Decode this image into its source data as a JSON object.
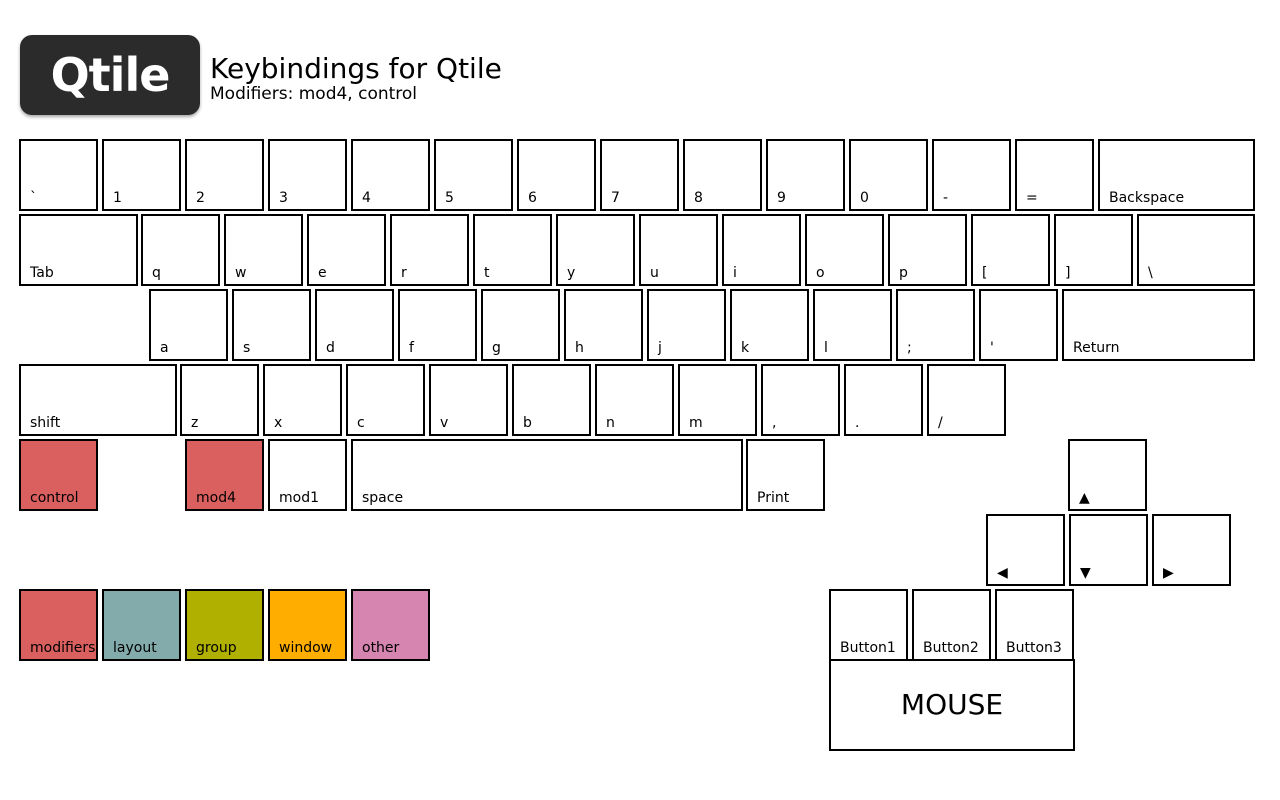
{
  "header": {
    "logo_text": "Qtile",
    "title": "Keybindings for Qtile",
    "subtitle": "Modifiers: mod4, control"
  },
  "colors": {
    "modifiers": "#d9605f",
    "layout": "#84abab",
    "group": "#b0b000",
    "window": "#ffae00",
    "other": "#d684b0",
    "default": "#ffffff"
  },
  "keyboard": {
    "row1": [
      "`",
      "1",
      "2",
      "3",
      "4",
      "5",
      "6",
      "7",
      "8",
      "9",
      "0",
      "-",
      "=",
      "Backspace"
    ],
    "row2": [
      "Tab",
      "q",
      "w",
      "e",
      "r",
      "t",
      "y",
      "u",
      "i",
      "o",
      "p",
      "[",
      "]",
      "\\"
    ],
    "row3": [
      "a",
      "s",
      "d",
      "f",
      "g",
      "h",
      "j",
      "k",
      "l",
      ";",
      "'",
      "Return"
    ],
    "row4": [
      "shift",
      "z",
      "x",
      "c",
      "v",
      "b",
      "n",
      "m",
      ",",
      ".",
      "/"
    ],
    "row5": [
      {
        "label": "control",
        "category": "modifiers"
      },
      {
        "label": "mod4",
        "category": "modifiers"
      },
      {
        "label": "mod1",
        "category": "default"
      },
      {
        "label": "space",
        "category": "default"
      },
      {
        "label": "Print",
        "category": "default"
      }
    ],
    "arrows": [
      "▲",
      "◀",
      "▼",
      "▶"
    ]
  },
  "legend": [
    {
      "label": "modifiers",
      "category": "modifiers"
    },
    {
      "label": "layout",
      "category": "layout"
    },
    {
      "label": "group",
      "category": "group"
    },
    {
      "label": "window",
      "category": "window"
    },
    {
      "label": "other",
      "category": "other"
    }
  ],
  "mouse": {
    "buttons": [
      "Button1",
      "Button2",
      "Button3"
    ],
    "label": "MOUSE"
  }
}
